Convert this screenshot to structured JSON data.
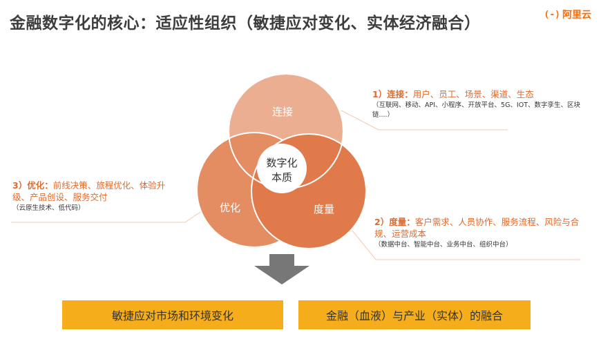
{
  "title": "金融数字化的核心：适应性组织（敏捷应对变化、实体经济融合）",
  "logo": {
    "mark": "(-)",
    "name": "阿里云"
  },
  "venn": {
    "top": "连接",
    "left": "优化",
    "right": "度量",
    "center_line1": "数字化",
    "center_line2": "本质"
  },
  "notes": {
    "connect": {
      "head": "1）连接：",
      "body": "用户、员工、场景、渠道、生态",
      "sub": "（互联网、移动、API、小程序、开放平台、5G、IOT、数字孪生、区块链....）"
    },
    "measure": {
      "head": "2）度量：",
      "body": "客户需求、人员协作、服务流程、风险与合规、运营成本",
      "sub": "（数据中台、智能中台、业务中台、组织中台）"
    },
    "optimize": {
      "head": "3）优化：",
      "body": "前线决策、旅程优化、体验升级、产品创设、服务交付",
      "sub": "（云原生技术、低代码）"
    }
  },
  "bottom": {
    "left": "敏捷应对市场和环境变化",
    "right": "金融（血液）与产业（实体）的融合"
  },
  "colors": {
    "circle_top": "#ecae91",
    "circle_left": "#e48d62",
    "circle_right": "#e07a4a",
    "note_text": "#e06a2c",
    "bottom_box": "#f5ad1b",
    "arrow": "#777777"
  }
}
